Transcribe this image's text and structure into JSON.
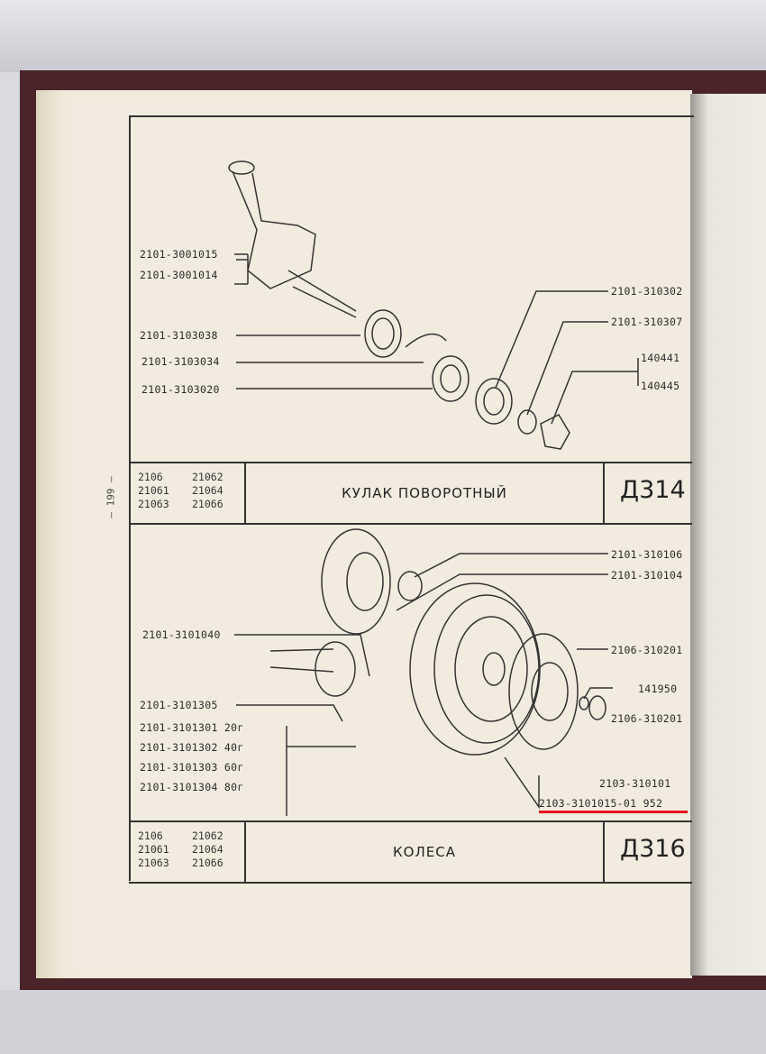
{
  "page_number": "— 199 —",
  "section1": {
    "title": "КУЛАК ПОВОРОТНЫЙ",
    "code": "Д314",
    "models": [
      "2106",
      "21062",
      "21061",
      "21064",
      "21063",
      "21066"
    ],
    "parts_left": [
      "2101-3001015",
      "2101-3001014",
      "2101-3103038",
      "2101-3103034",
      "2101-3103020"
    ],
    "parts_right": [
      "2101-310302",
      "2101-310307",
      "140441",
      "140445"
    ]
  },
  "section2": {
    "title": "КОЛЕСА",
    "code": "Д316",
    "models": [
      "2106",
      "21062",
      "21061",
      "21064",
      "21063",
      "21066"
    ],
    "parts_left": [
      "2101-3101040",
      "2101-3101305",
      "2101-3101301 20г",
      "2101-3101302 40г",
      "2101-3101303 60г",
      "2101-3101304 80г"
    ],
    "parts_right": [
      "2101-310106",
      "2101-310104",
      "2106-310201",
      "141950",
      "2106-310201",
      "2103-310101",
      "2103-3101015-01 952"
    ]
  },
  "highlight_color": "#e8111a"
}
